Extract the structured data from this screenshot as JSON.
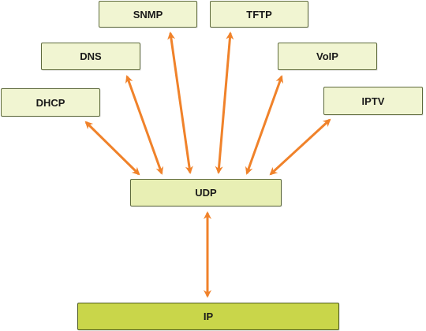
{
  "nodes": {
    "snmp": "SNMP",
    "tftp": "TFTP",
    "dns": "DNS",
    "voip": "VoIP",
    "dhcp": "DHCP",
    "iptv": "IPTV",
    "udp": "UDP",
    "ip": "IP"
  },
  "colors": {
    "arrow": "#f0822a",
    "application_box": "#f1f5d2",
    "transport_box": "#e8efb4",
    "network_box": "#c9d64a"
  }
}
